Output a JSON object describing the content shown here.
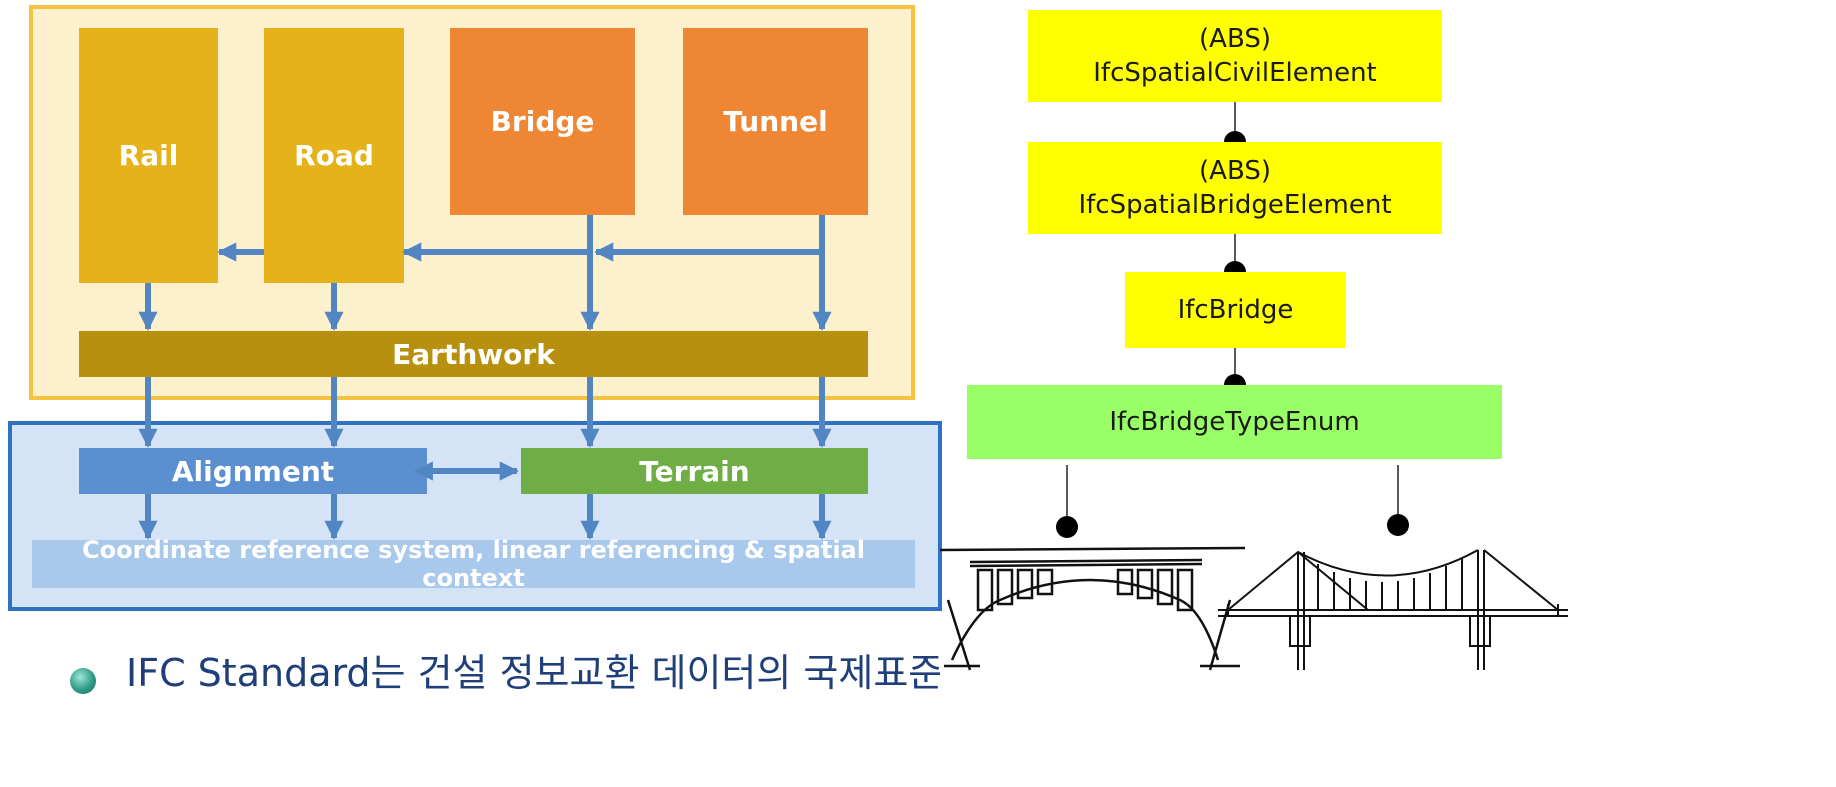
{
  "left_diagram": {
    "domains": {
      "rail": "Rail",
      "road": "Road",
      "bridge": "Bridge",
      "tunnel": "Tunnel"
    },
    "earthwork": "Earthwork",
    "alignment": "Alignment",
    "terrain": "Terrain",
    "crs": "Coordinate reference system, linear referencing & spatial context"
  },
  "right_diagram": {
    "civil_element": {
      "prefix": "(ABS)",
      "name": "IfcSpatialCivilElement"
    },
    "bridge_element": {
      "prefix": "(ABS)",
      "name": "IfcSpatialBridgeElement"
    },
    "bridge": "IfcBridge",
    "type_enum": "IfcBridgeTypeEnum"
  },
  "bullet": {
    "text": "IFC Standard는 건설 정보교환 데이터의 국제표준"
  },
  "colors": {
    "outer_yellow_fill": "#fdf0cd",
    "outer_yellow_border": "#f5c242",
    "blue_panel_fill": "#d4e3f6",
    "blue_panel_border": "#2f72c4",
    "gold": "#e5b21c",
    "orange": "#ee8633",
    "earthwork": "#b8900f",
    "alignment": "#5b8fd0",
    "terrain": "#6fad45",
    "crs": "#a8c8ec",
    "arrow": "#5186c2",
    "ifc_yellow": "#ffff00",
    "ifc_green": "#99ff66"
  }
}
